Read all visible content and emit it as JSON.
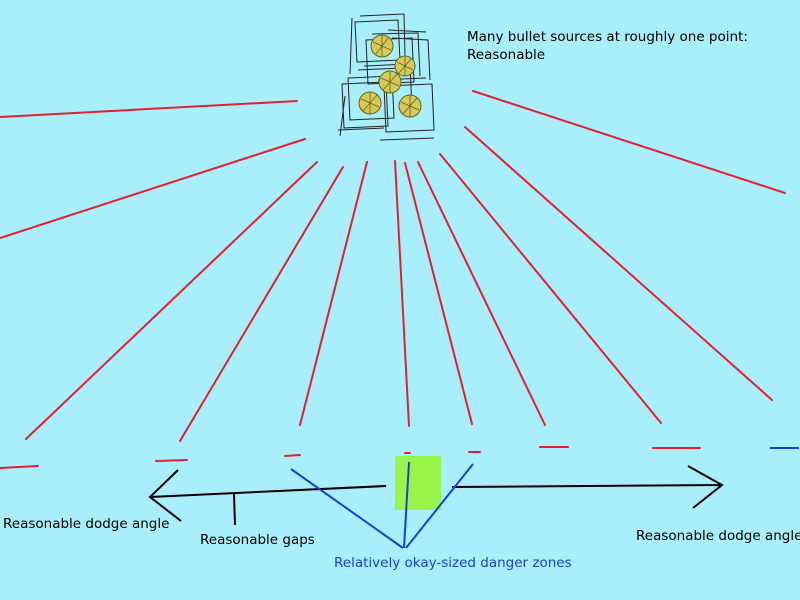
{
  "labels": {
    "sources_line1": "Many bullet sources at roughly one point:",
    "sources_line2": "Reasonable",
    "dodge_left": "Reasonable dodge angle",
    "gaps": "Reasonable gaps",
    "danger_zones": "Relatively okay-sized danger zones",
    "dodge_right": "Reasonable dodge angle"
  },
  "colors": {
    "background": "#a9eefc",
    "bullet": "#e4202a",
    "annotation_blue": "#1a3fd6",
    "player": "#99f54a",
    "source": "#7a6a1a"
  },
  "icons": {
    "source_cluster": "bullet-source-cluster-icon",
    "player": "player-square-icon"
  }
}
